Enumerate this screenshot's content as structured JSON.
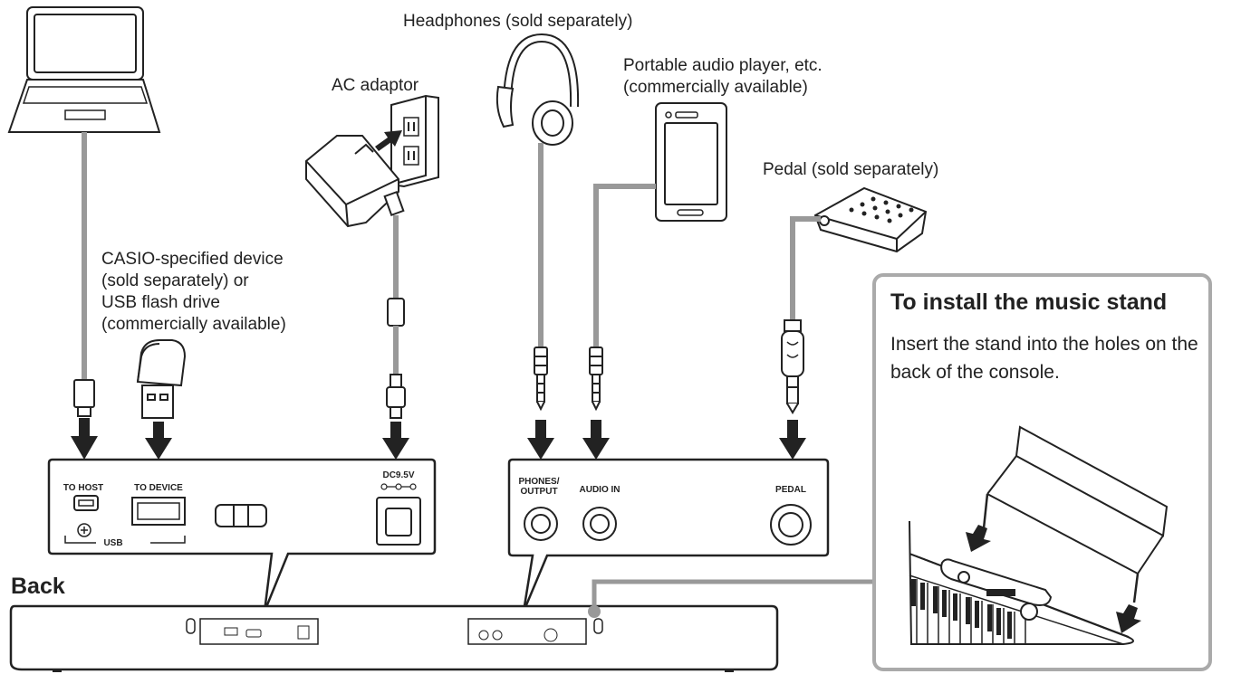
{
  "labels": {
    "headphones": "Headphones (sold separately)",
    "ac_adaptor": "AC adaptor",
    "portable_player_1": "Portable audio player, etc.",
    "portable_player_2": "(commercially available)",
    "pedal": "Pedal (sold separately)",
    "casio_1": "CASIO-specified device",
    "casio_2": "(sold separately) or",
    "casio_3": "USB flash drive",
    "casio_4": "(commercially available)",
    "back": "Back"
  },
  "left_panel": {
    "to_host": "TO HOST",
    "to_device": "TO DEVICE",
    "usb": "USB",
    "dc": "DC9.5V"
  },
  "right_panel": {
    "phones_1": "PHONES/",
    "phones_2": "OUTPUT",
    "audio_in": "AUDIO IN",
    "pedal": "PEDAL"
  },
  "music_stand": {
    "title": "To install the music stand",
    "description": "Insert the stand into the holes on the back of the console."
  }
}
